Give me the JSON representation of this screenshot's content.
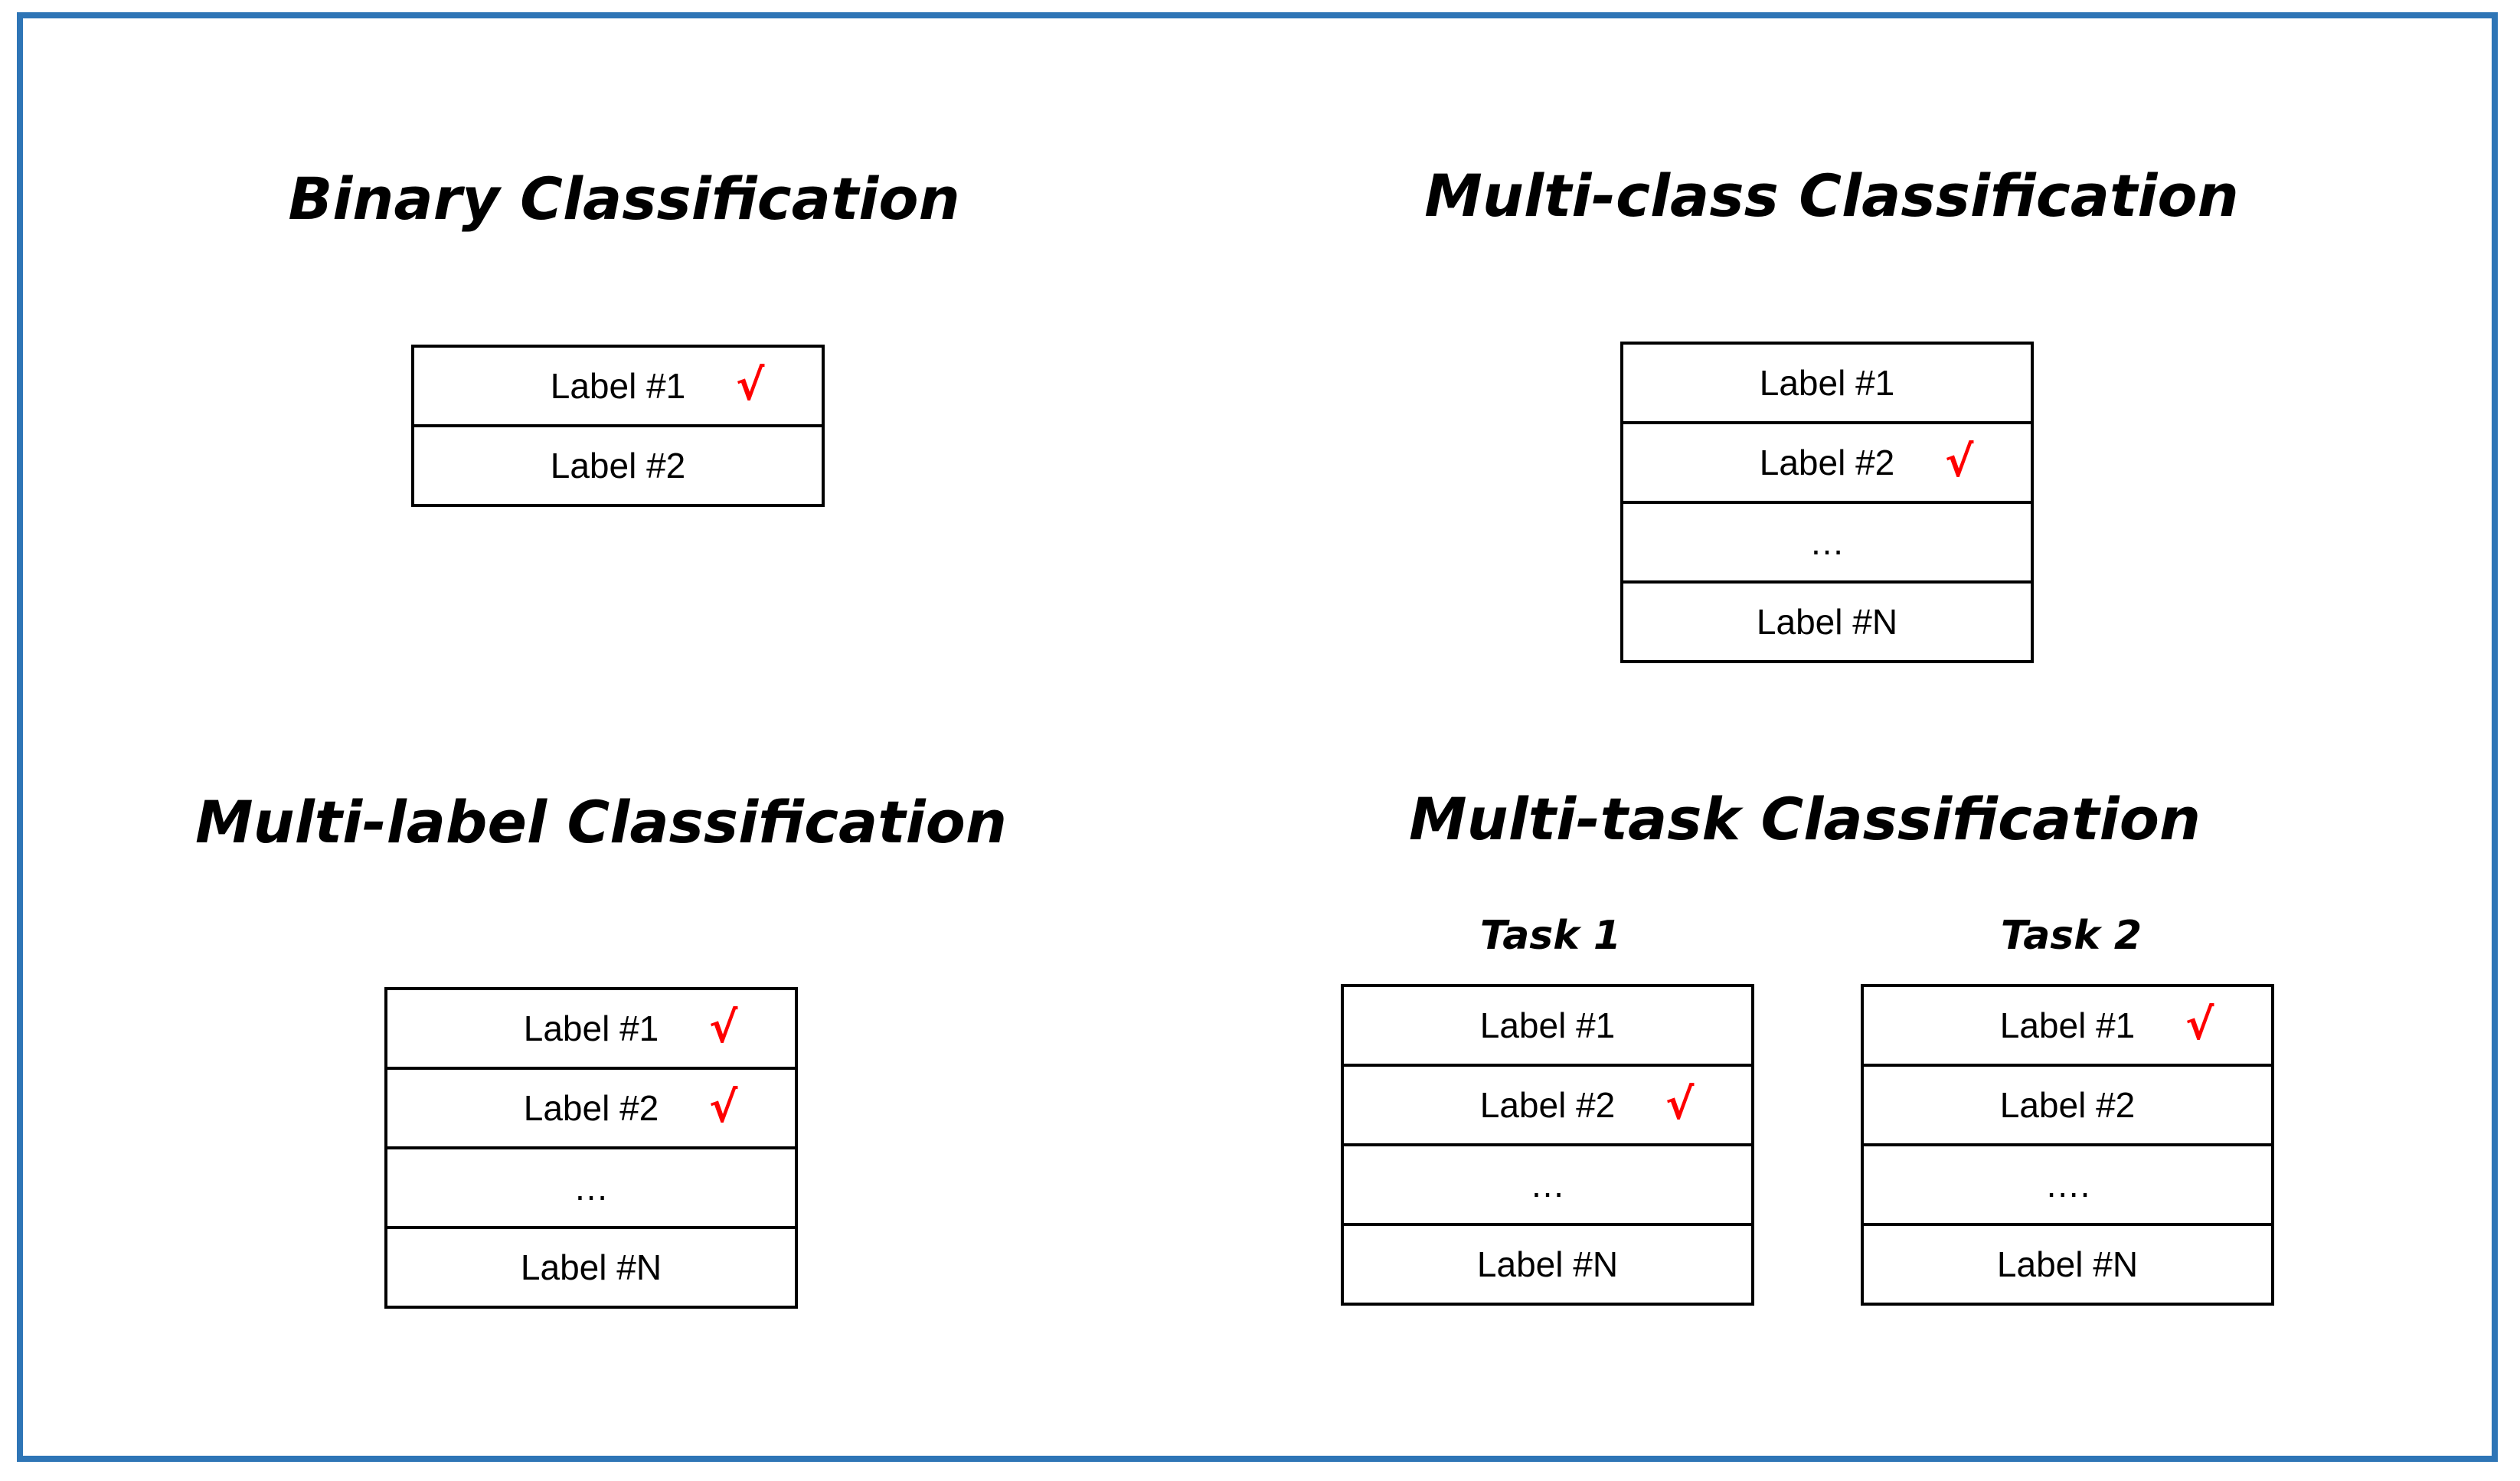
{
  "colors": {
    "frame": "#2E75B6",
    "check": "#FF0000"
  },
  "check_symbol": "√",
  "panels": [
    {
      "id": "binary",
      "title": "Binary Classification",
      "boxes": [
        {
          "rows": [
            {
              "text": "Label #1",
              "checked": true
            },
            {
              "text": "Label #2",
              "checked": false
            }
          ]
        }
      ]
    },
    {
      "id": "multi-class",
      "title": "Multi-class Classification",
      "boxes": [
        {
          "rows": [
            {
              "text": "Label #1",
              "checked": false
            },
            {
              "text": "Label #2",
              "checked": true
            },
            {
              "text": "…",
              "checked": false
            },
            {
              "text": "Label #N",
              "checked": false
            }
          ]
        }
      ]
    },
    {
      "id": "multi-label",
      "title": "Multi-label Classification",
      "boxes": [
        {
          "rows": [
            {
              "text": "Label #1",
              "checked": true
            },
            {
              "text": "Label #2",
              "checked": true
            },
            {
              "text": "…",
              "checked": false
            },
            {
              "text": "Label #N",
              "checked": false
            }
          ]
        }
      ]
    },
    {
      "id": "multi-task",
      "title": "Multi-task Classification",
      "boxes": [
        {
          "title": "Task 1",
          "rows": [
            {
              "text": "Label #1",
              "checked": false
            },
            {
              "text": "Label #2",
              "checked": true
            },
            {
              "text": "…",
              "checked": false
            },
            {
              "text": "Label #N",
              "checked": false
            }
          ]
        },
        {
          "title": "Task 2",
          "rows": [
            {
              "text": "Label #1",
              "checked": true
            },
            {
              "text": "Label #2",
              "checked": false
            },
            {
              "text": "….",
              "checked": false
            },
            {
              "text": "Label #N",
              "checked": false
            }
          ]
        }
      ]
    }
  ]
}
